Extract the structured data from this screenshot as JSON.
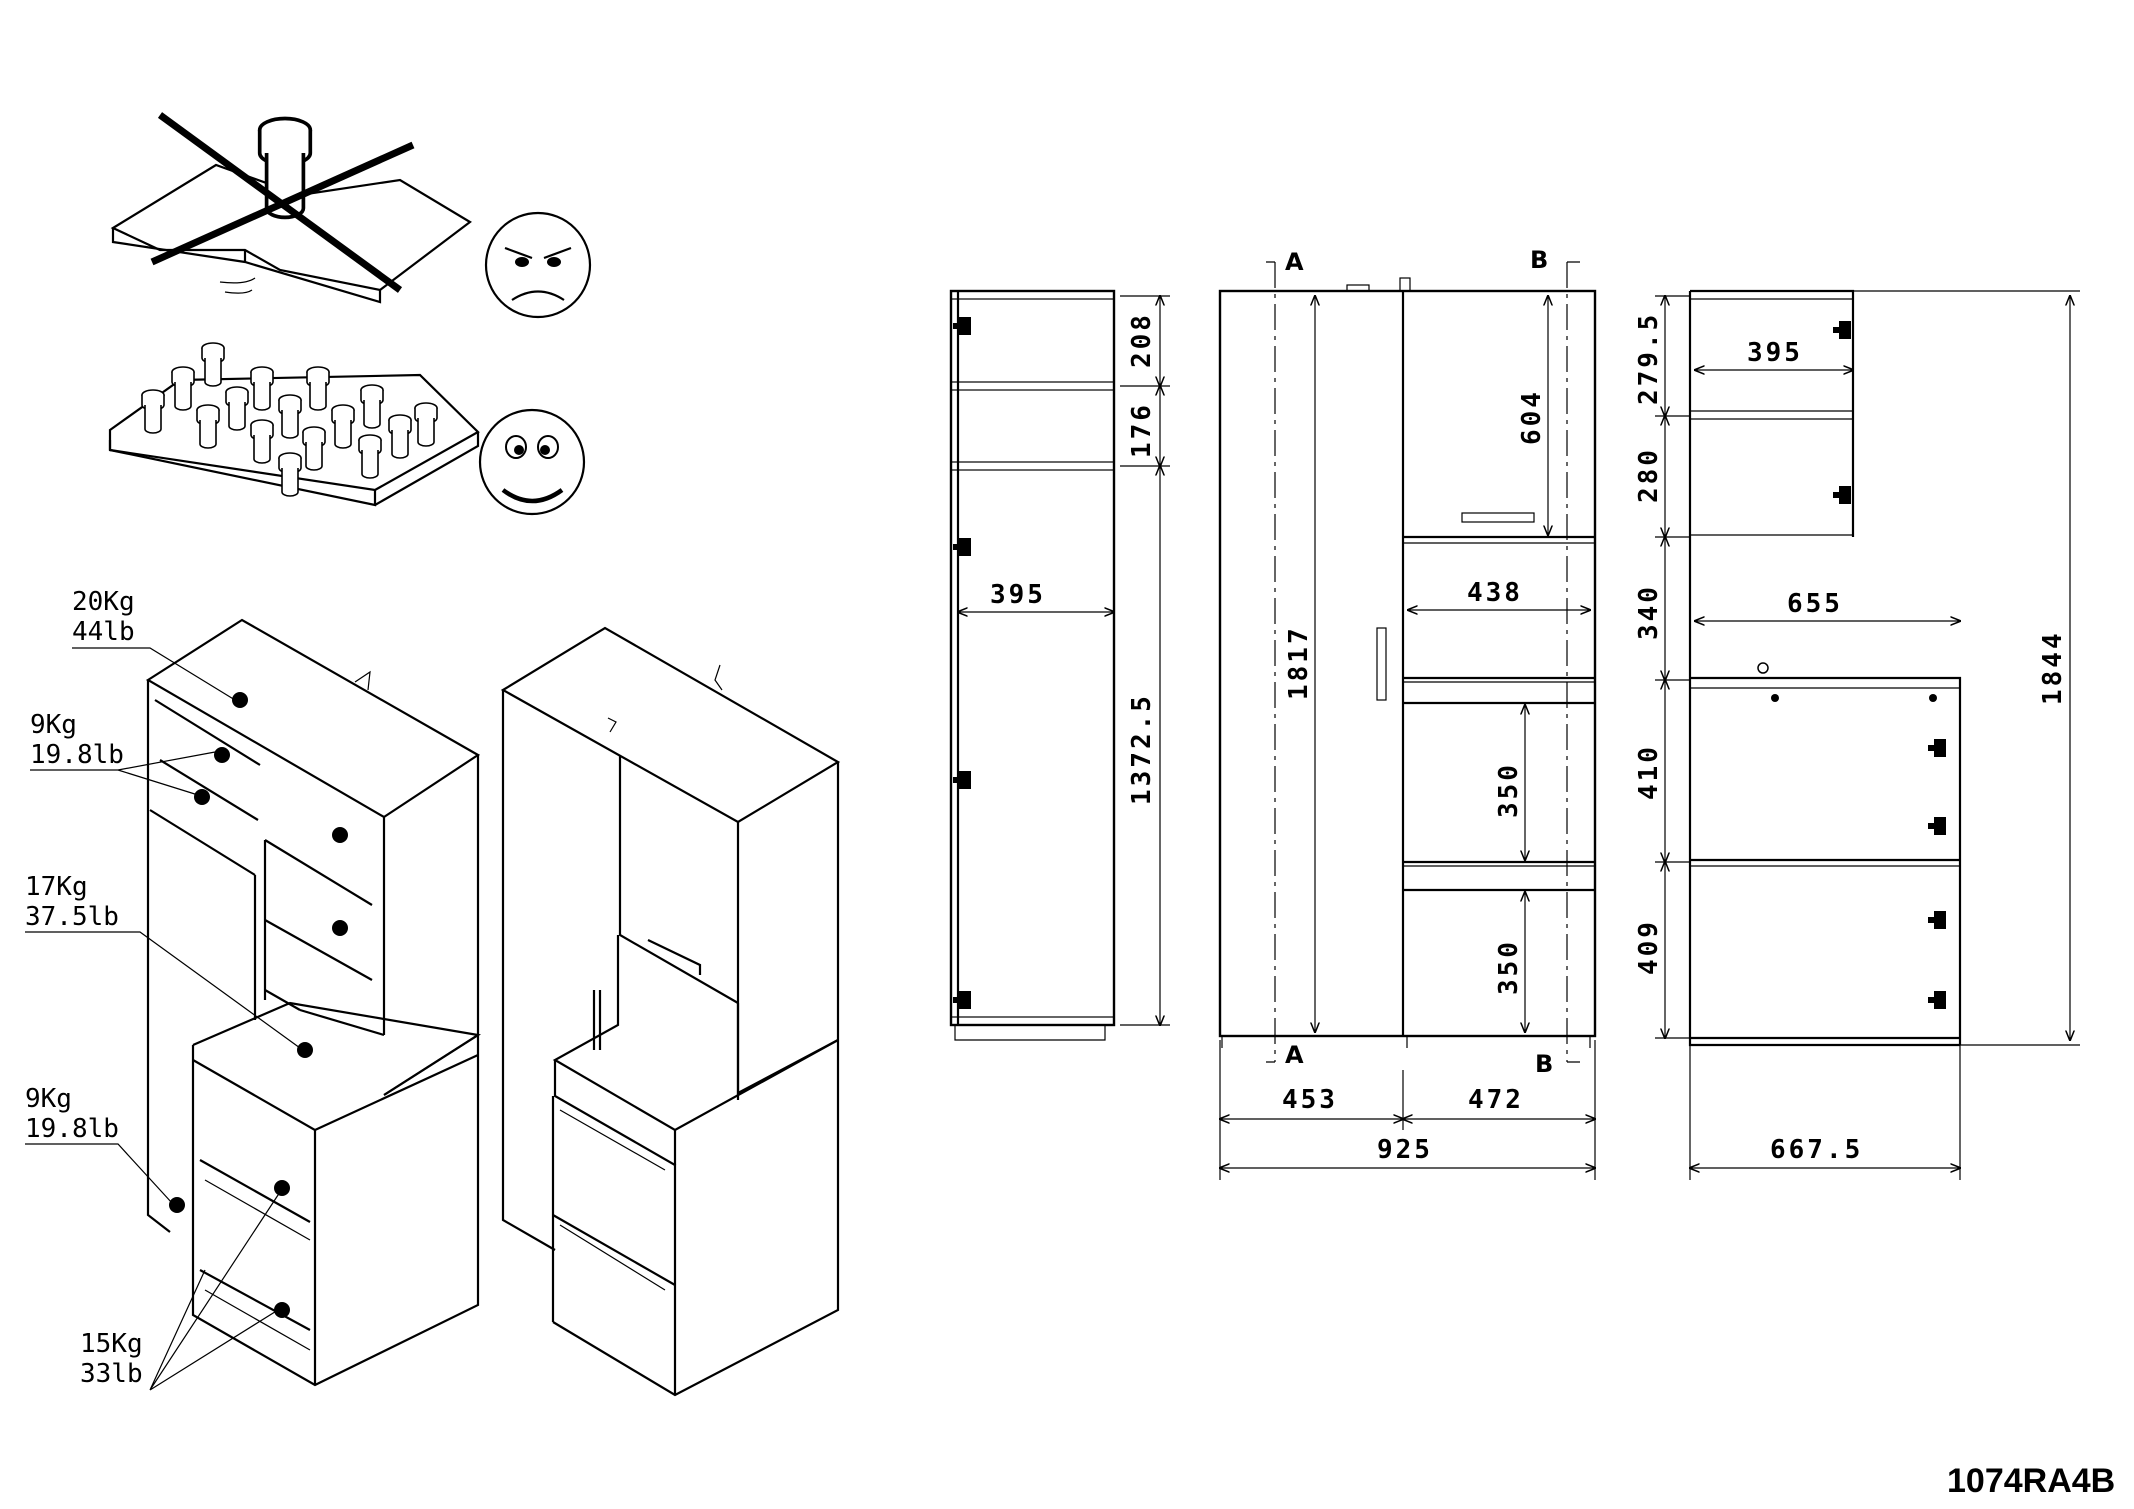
{
  "document_code": "1074RA4B",
  "load_labels": [
    {
      "kg": "20Kg",
      "lb": "44lb"
    },
    {
      "kg": "9Kg",
      "lb": "19.8lb"
    },
    {
      "kg": "17Kg",
      "lb": "37.5lb"
    },
    {
      "kg": "9Kg",
      "lb": "19.8lb"
    },
    {
      "kg": "15Kg",
      "lb": "33lb"
    }
  ],
  "section_markers": {
    "a": "A",
    "b": "B"
  },
  "side_view_left": {
    "depth": "395",
    "h1": "208",
    "h2": "176",
    "h3": "1372.5"
  },
  "front_view": {
    "height_left": "1817",
    "door_top": "604",
    "niche_width": "438",
    "drawer1": "350",
    "drawer2": "350",
    "width_left": "453",
    "width_right": "472",
    "width_total": "925"
  },
  "side_view_right": {
    "h1": "279.5",
    "h2": "280",
    "h3": "340",
    "h4": "410",
    "h5": "409",
    "total_height": "1844",
    "depth_top": "395",
    "depth_mid": "655",
    "depth_total": "667.5"
  }
}
